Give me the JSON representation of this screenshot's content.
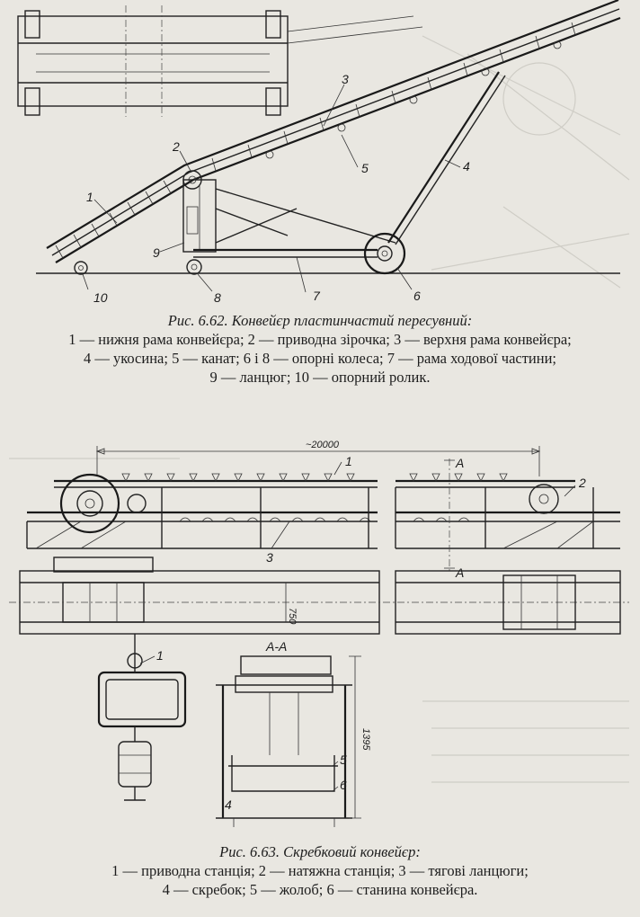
{
  "figure1": {
    "caption_title": "Рис. 6.62. Конвейєр пластинчастий пересувний:",
    "caption_lines": [
      "1 — нижня рама конвейєра; 2 — приводна зірочка; 3 — верхня рама конвейєра;",
      "4 — укосина; 5 — канат; 6 і 8 — опорні колеса; 7 — рама ходової частини;",
      "9 — ланцюг; 10 — опорний ролик."
    ],
    "callouts": [
      "1",
      "2",
      "3",
      "4",
      "5",
      "6",
      "7",
      "8",
      "9",
      "10"
    ]
  },
  "figure2": {
    "caption_title": "Рис. 6.63. Скребковий конвейєр:",
    "caption_lines": [
      "1 — приводна станція; 2 — натяжна станція; 3 — тягові ланцюги;",
      "4 — скребок; 5 — жолоб; 6 — станина конвейєра."
    ],
    "callouts": [
      "1",
      "2",
      "3",
      "1",
      "4",
      "5",
      "6"
    ],
    "dimensions": {
      "length": "~20000",
      "width": "750",
      "height": "1395"
    },
    "section_label": "A-A",
    "section_marks": [
      "A",
      "A"
    ]
  }
}
